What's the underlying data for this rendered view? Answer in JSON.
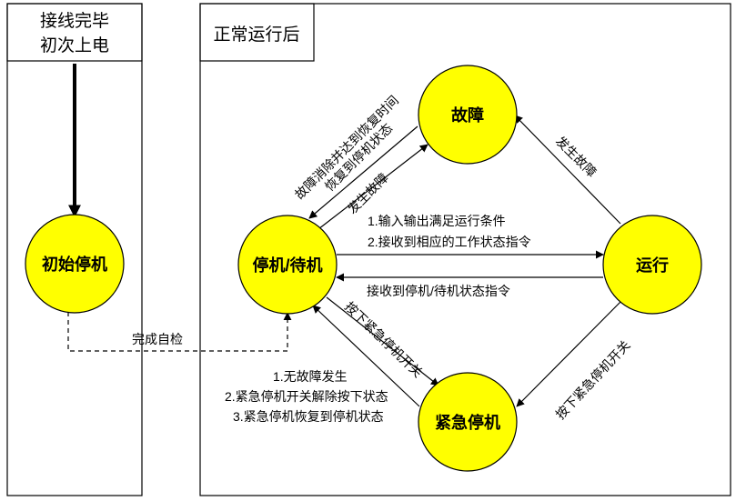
{
  "panels": {
    "left_title_line1": "接线完毕",
    "left_title_line2": "初次上电",
    "right_title": "正常运行后"
  },
  "nodes": {
    "initial_stop": "初始停机",
    "standby": "停机/待机",
    "fault": "故障",
    "running": "运行",
    "emergency_stop": "紧急停机"
  },
  "edges": {
    "self_check_complete": "完成自检",
    "standby_to_running_line1": "1.输入输出满足运行条件",
    "standby_to_running_line2": "2.接收到相应的工作状态指令",
    "running_to_standby": "接收到停机/待机状态指令",
    "running_to_fault": "发生故障",
    "standby_to_fault": "发生故障",
    "fault_to_standby_line1": "故障消除并达到恢复时间",
    "fault_to_standby_line2": "恢复到停机状态",
    "standby_to_emergency": "按下紧急停机开关",
    "running_to_emergency": "按下紧急停机开关",
    "emergency_to_standby_line1": "1.无故障发生",
    "emergency_to_standby_line2": "2.紧急停机开关解除按下状态",
    "emergency_to_standby_line3": "3.紧急停机恢复到停机状态"
  },
  "colors": {
    "node_fill": "#ffff00",
    "line": "#000000"
  }
}
